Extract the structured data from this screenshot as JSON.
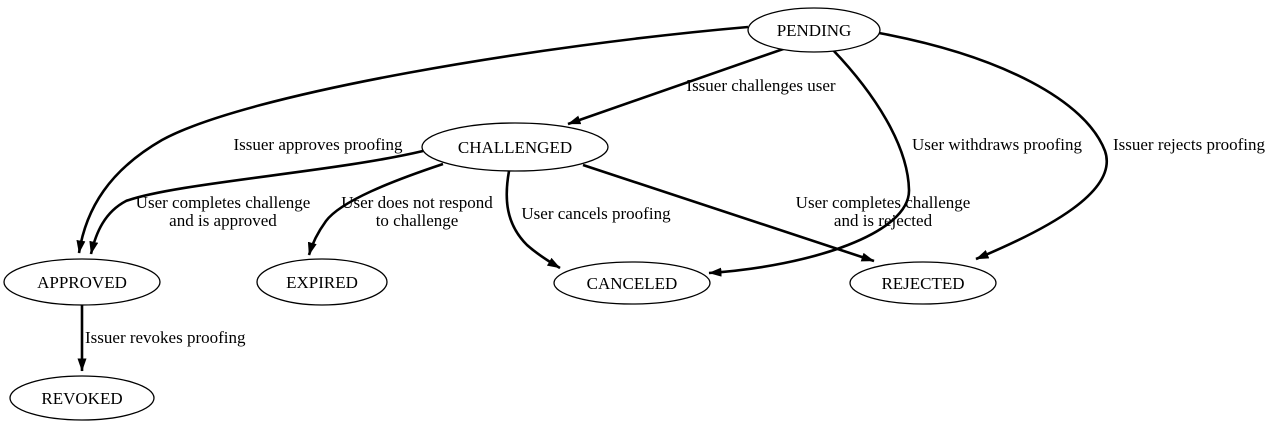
{
  "diagram": {
    "type": "state-transition-graph",
    "background_color": "#ffffff",
    "line_color": "#000000",
    "text_color": "#000000",
    "nodes": [
      {
        "id": "pending",
        "label": "PENDING"
      },
      {
        "id": "challenged",
        "label": "CHALLENGED"
      },
      {
        "id": "approved",
        "label": "APPROVED"
      },
      {
        "id": "expired",
        "label": "EXPIRED"
      },
      {
        "id": "canceled",
        "label": "CANCELED"
      },
      {
        "id": "rejected",
        "label": "REJECTED"
      },
      {
        "id": "revoked",
        "label": "REVOKED"
      }
    ],
    "edges": [
      {
        "from": "PENDING",
        "to": "CHALLENGED",
        "label_lines": [
          "Issuer challenges user"
        ]
      },
      {
        "from": "PENDING",
        "to": "APPROVED",
        "label_lines": [
          "Issuer approves proofing"
        ]
      },
      {
        "from": "CHALLENGED",
        "to": "APPROVED",
        "label_lines": [
          "User completes challenge",
          "and is approved"
        ]
      },
      {
        "from": "CHALLENGED",
        "to": "EXPIRED",
        "label_lines": [
          "User does not respond",
          "to challenge"
        ]
      },
      {
        "from": "CHALLENGED",
        "to": "CANCELED",
        "label_lines": [
          "User cancels proofing"
        ]
      },
      {
        "from": "CHALLENGED",
        "to": "REJECTED",
        "label_lines": [
          "User completes challenge",
          "and is rejected"
        ]
      },
      {
        "from": "PENDING",
        "to": "CANCELED",
        "label_lines": [
          "User withdraws proofing"
        ]
      },
      {
        "from": "PENDING",
        "to": "REJECTED",
        "label_lines": [
          "Issuer rejects proofing"
        ]
      },
      {
        "from": "APPROVED",
        "to": "REVOKED",
        "label_lines": [
          "Issuer revokes proofing"
        ]
      }
    ]
  }
}
